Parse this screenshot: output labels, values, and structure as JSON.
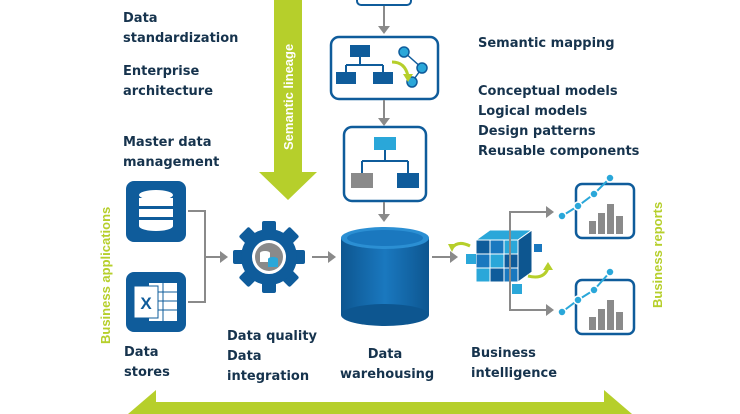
{
  "left_notes": {
    "item1": {
      "line1": "Data",
      "line2": "standardization"
    },
    "item2": {
      "line1": "Enterprise",
      "line2": "architecture"
    },
    "item3": {
      "line1": "Master data",
      "line2": "management"
    }
  },
  "right_notes": {
    "semantic_mapping": "Semantic mapping",
    "list": [
      "Conceptual models",
      "Logical models",
      "Design patterns",
      "Reusable components"
    ]
  },
  "arrow_labels": {
    "semantic_lineage": "Semantic lineage",
    "business_applications": "Business applications",
    "business_reports": "Business reports"
  },
  "stages": {
    "data_stores": {
      "line1": "Data",
      "line2": "stores"
    },
    "data_quality": {
      "line1": "Data quality",
      "line2": "Data",
      "line3": "integration"
    },
    "data_warehousing": {
      "line1": "Data",
      "line2": "warehousing"
    },
    "business_intelligence": {
      "line1": "Business",
      "line2": "intelligence"
    }
  },
  "icons": {
    "excel_letter": "X"
  },
  "colors": {
    "primary_blue": "#0f5c9b",
    "light_blue": "#2aa7d9",
    "lime_green": "#b6cf2b",
    "gray": "#8a8a8a",
    "text": "#16334d"
  }
}
